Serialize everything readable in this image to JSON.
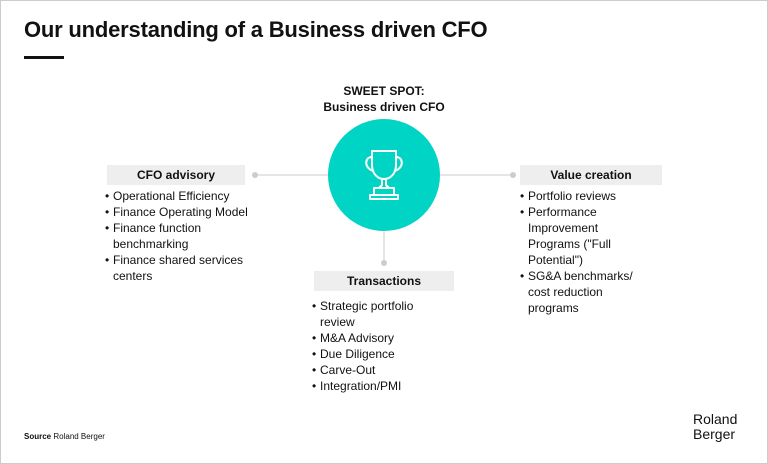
{
  "title": "Our understanding of a Business driven CFO",
  "sweet_spot": {
    "line1": "SWEET SPOT:",
    "line2": "Business driven CFO"
  },
  "accent": "#00d4c4",
  "cfo_advisory": {
    "heading": "CFO advisory",
    "items": [
      "Operational Efficiency",
      "Finance Operating Model",
      "Finance function benchmarking",
      "Finance shared services centers"
    ]
  },
  "value_creation": {
    "heading": "Value creation",
    "items": [
      "Portfolio reviews",
      "Performance Improvement Programs (\"Full Potential\")",
      "SG&A benchmarks/ cost reduction programs"
    ]
  },
  "transactions": {
    "heading": "Transactions",
    "items": [
      "Strategic portfolio review",
      "M&A Advisory",
      "Due Diligence",
      "Carve-Out",
      "Integration/PMI"
    ]
  },
  "footer": {
    "source_label": "Source",
    "source_text": "Roland Berger",
    "logo_line1": "Roland",
    "logo_line2": "Berger"
  }
}
